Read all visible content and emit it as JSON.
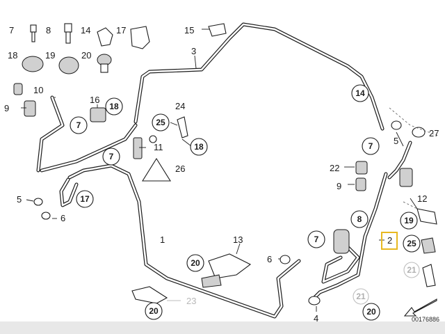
{
  "drawing_number": "00176886",
  "highlight_color": "#e8b820",
  "part_labels": [
    {
      "id": "p7a",
      "text": "7"
    },
    {
      "id": "p8",
      "text": "8"
    },
    {
      "id": "p14a",
      "text": "14"
    },
    {
      "id": "p17a",
      "text": "17"
    },
    {
      "id": "p18a",
      "text": "18"
    },
    {
      "id": "p19a",
      "text": "19"
    },
    {
      "id": "p20a",
      "text": "20"
    },
    {
      "id": "p10",
      "text": "10"
    },
    {
      "id": "p9a",
      "text": "9"
    },
    {
      "id": "p16",
      "text": "16"
    },
    {
      "id": "p24",
      "text": "24"
    },
    {
      "id": "p11",
      "text": "11"
    },
    {
      "id": "p26",
      "text": "26"
    },
    {
      "id": "p15",
      "text": "15"
    },
    {
      "id": "p3",
      "text": "3"
    },
    {
      "id": "p27",
      "text": "27"
    },
    {
      "id": "p5a",
      "text": "5"
    },
    {
      "id": "p22",
      "text": "22"
    },
    {
      "id": "p9b",
      "text": "9"
    },
    {
      "id": "p12",
      "text": "12"
    },
    {
      "id": "p5b",
      "text": "5"
    },
    {
      "id": "p6a",
      "text": "6"
    },
    {
      "id": "p1",
      "text": "1"
    },
    {
      "id": "p13",
      "text": "13"
    },
    {
      "id": "p6b",
      "text": "6"
    },
    {
      "id": "p4",
      "text": "4"
    },
    {
      "id": "p2",
      "text": "2"
    }
  ],
  "callouts": [
    {
      "id": "c7a",
      "text": "7"
    },
    {
      "id": "c18a",
      "text": "18"
    },
    {
      "id": "c25a",
      "text": "25"
    },
    {
      "id": "c18b",
      "text": "18"
    },
    {
      "id": "c7b",
      "text": "7"
    },
    {
      "id": "c17",
      "text": "17"
    },
    {
      "id": "c14",
      "text": "14"
    },
    {
      "id": "c7c",
      "text": "7"
    },
    {
      "id": "c20a",
      "text": "20"
    },
    {
      "id": "c20b",
      "text": "20"
    },
    {
      "id": "c7d",
      "text": "7"
    },
    {
      "id": "c8",
      "text": "8"
    },
    {
      "id": "c19",
      "text": "19"
    },
    {
      "id": "c25b",
      "text": "25"
    },
    {
      "id": "c20c",
      "text": "20"
    }
  ],
  "gray_callouts": [
    {
      "id": "g21a",
      "text": "21"
    },
    {
      "id": "g21b",
      "text": "21"
    }
  ],
  "gray_labels": [
    {
      "id": "g23",
      "text": "23"
    }
  ]
}
